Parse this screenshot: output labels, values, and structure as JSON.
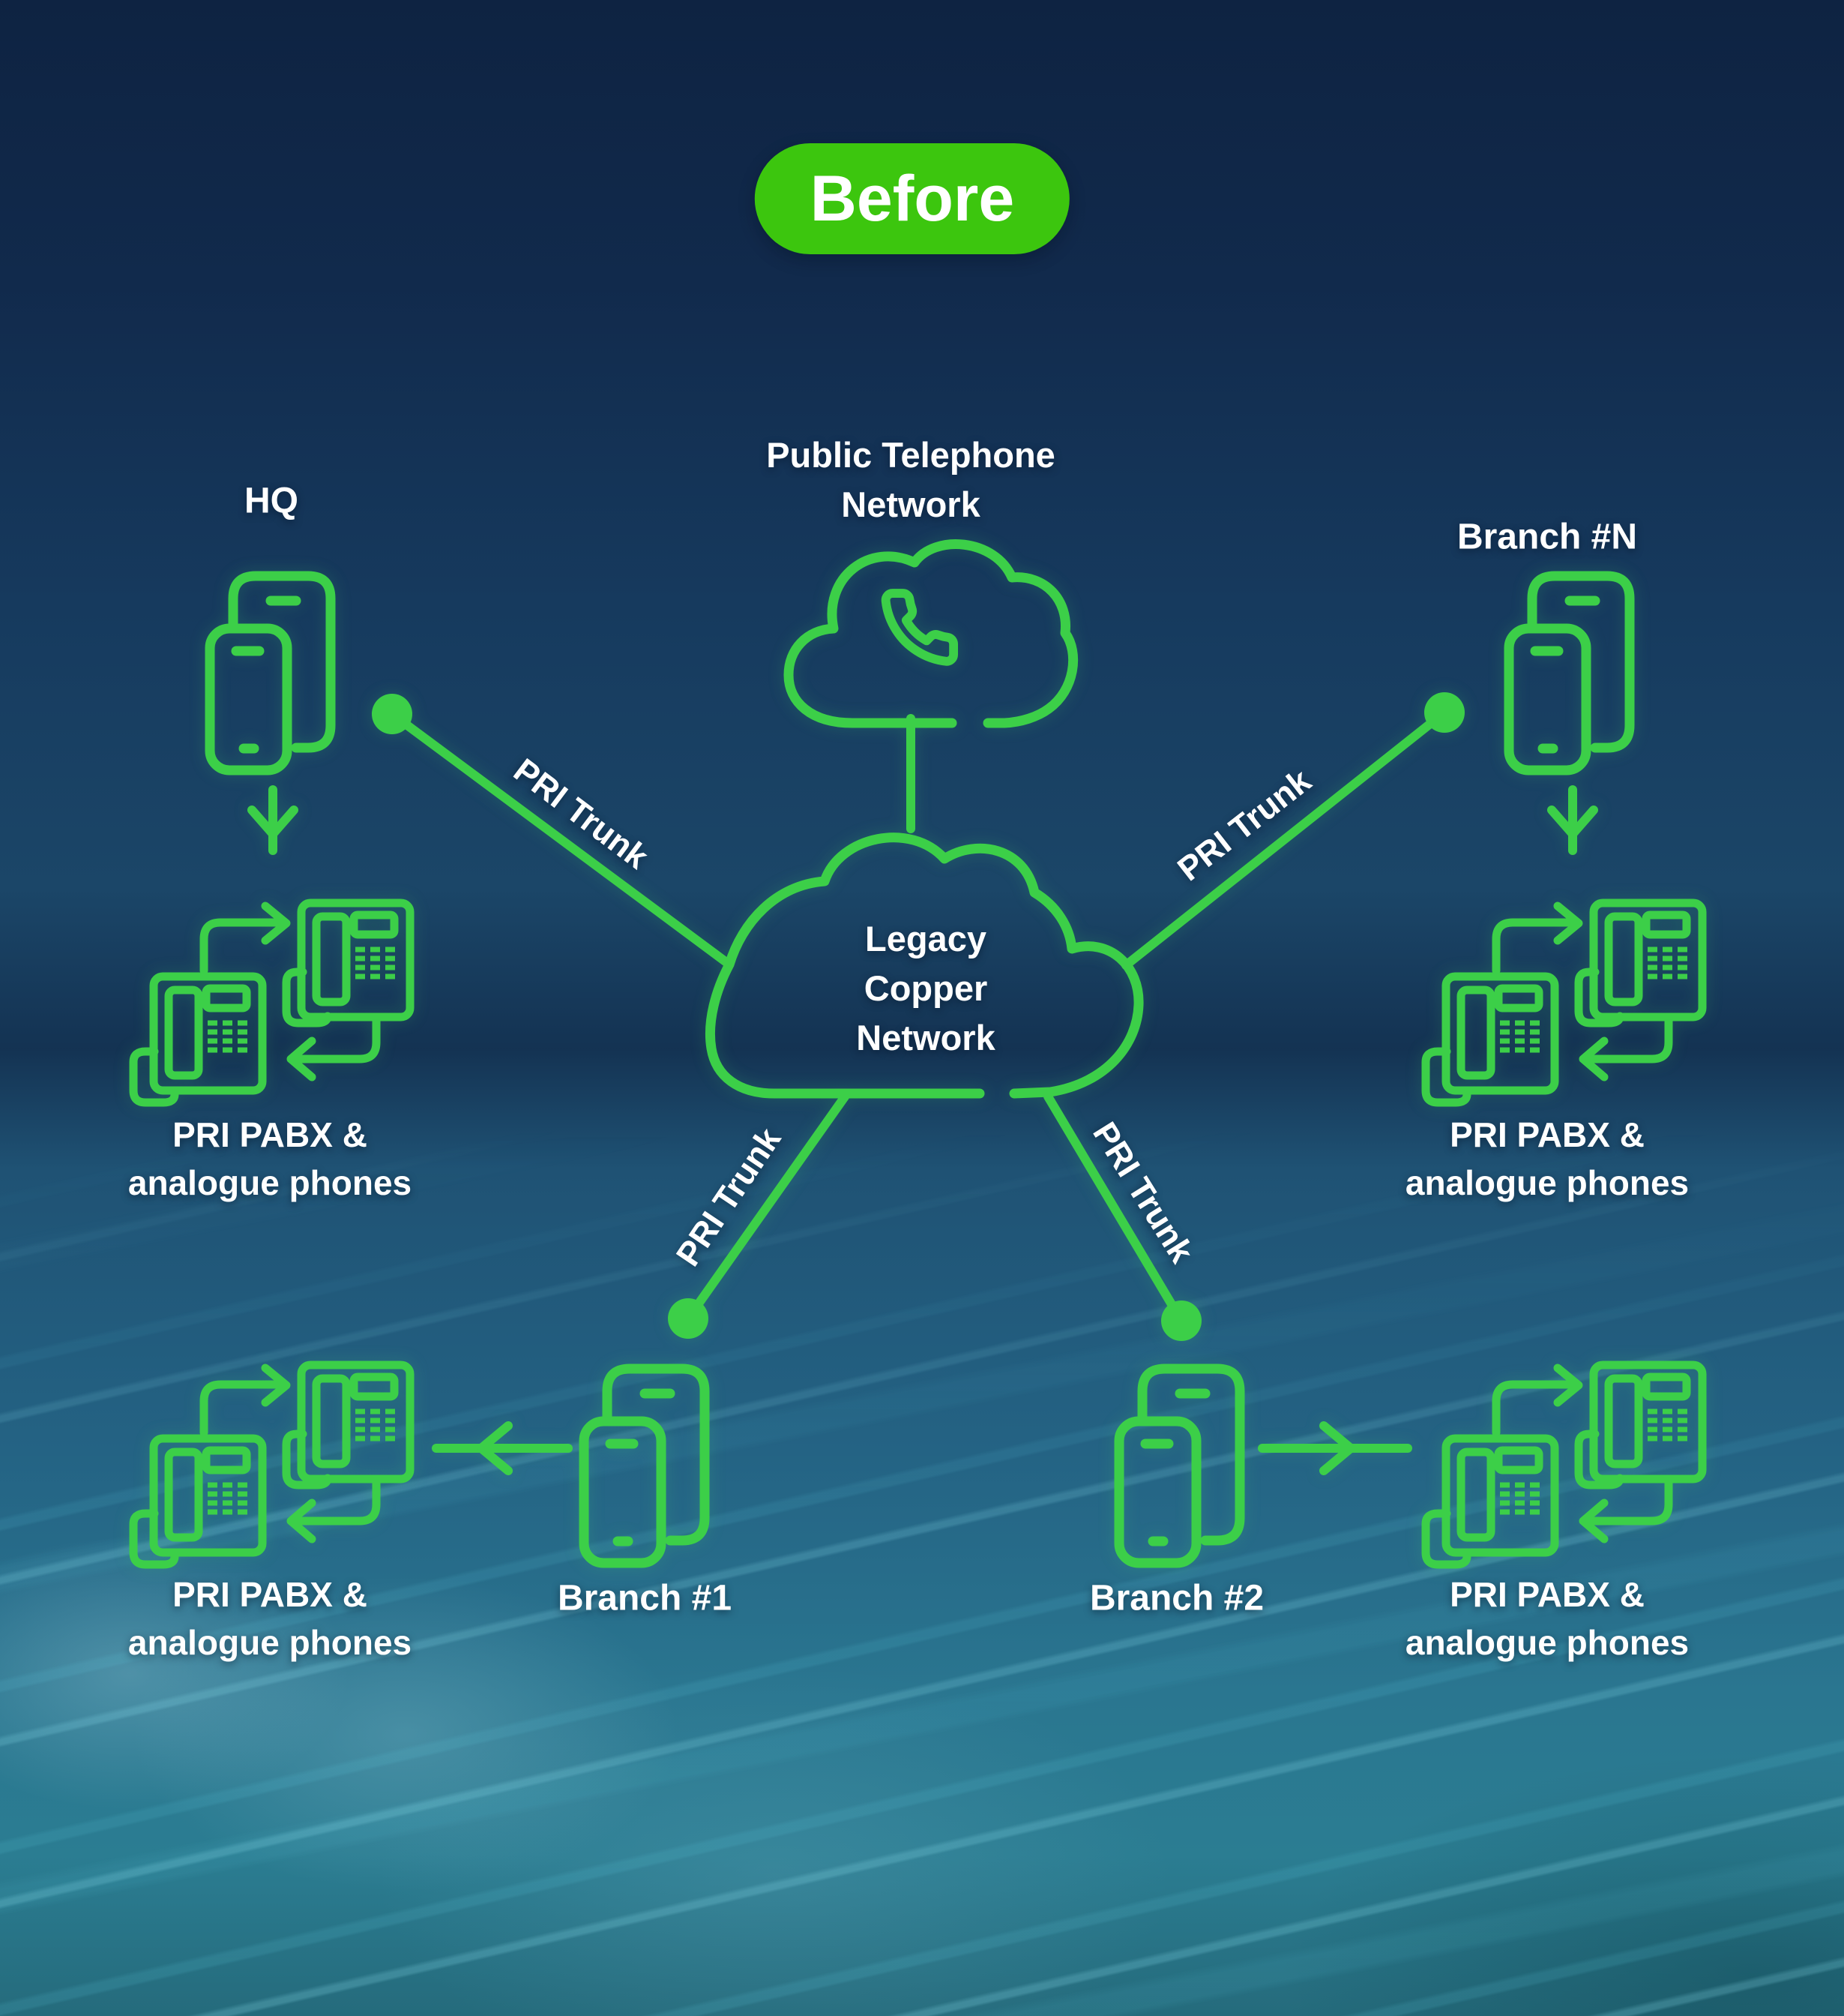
{
  "badge": {
    "label": "Before"
  },
  "clouds": {
    "public_telephone": {
      "line1": "Public Telephone",
      "line2": "Network"
    },
    "legacy_copper": {
      "line1": "Legacy",
      "line2": "Copper",
      "line3": "Network"
    }
  },
  "trunks": {
    "hq": {
      "label": "PRI Trunk"
    },
    "branch_n": {
      "label": "PRI Trunk"
    },
    "branch_1": {
      "label": "PRI Trunk"
    },
    "branch_2": {
      "label": "PRI Trunk"
    }
  },
  "sites": {
    "hq": {
      "name": "HQ",
      "equipment_line1": "PRI PABX &",
      "equipment_line2": "analogue phones"
    },
    "branch_n": {
      "name": "Branch #N",
      "equipment_line1": "PRI PABX &",
      "equipment_line2": "analogue phones"
    },
    "branch_1": {
      "name": "Branch #1",
      "equipment_line1": "PRI PABX &",
      "equipment_line2": "analogue phones"
    },
    "branch_2": {
      "name": "Branch #2",
      "equipment_line1": "PRI PABX &",
      "equipment_line2": "analogue phones"
    }
  },
  "icons": {
    "cloud": "cloud-icon",
    "handset": "phone-handset-icon",
    "phones": "mobile-phones-icon",
    "pabx": "desk-phones-exchange-icon",
    "connection_dot": "connection-dot",
    "down_arrow": "down-arrow-icon",
    "left_arrow": "left-arrow-icon",
    "right_arrow": "right-arrow-icon"
  },
  "colors": {
    "badge_green": "#3cc60e",
    "diagram_green": "#3ccf48",
    "text_white": "#ffffff",
    "bg_top_navy": "#0e2342",
    "bg_mid_blue": "#1c4a6d",
    "bg_bottom_teal": "#2a7c91"
  }
}
